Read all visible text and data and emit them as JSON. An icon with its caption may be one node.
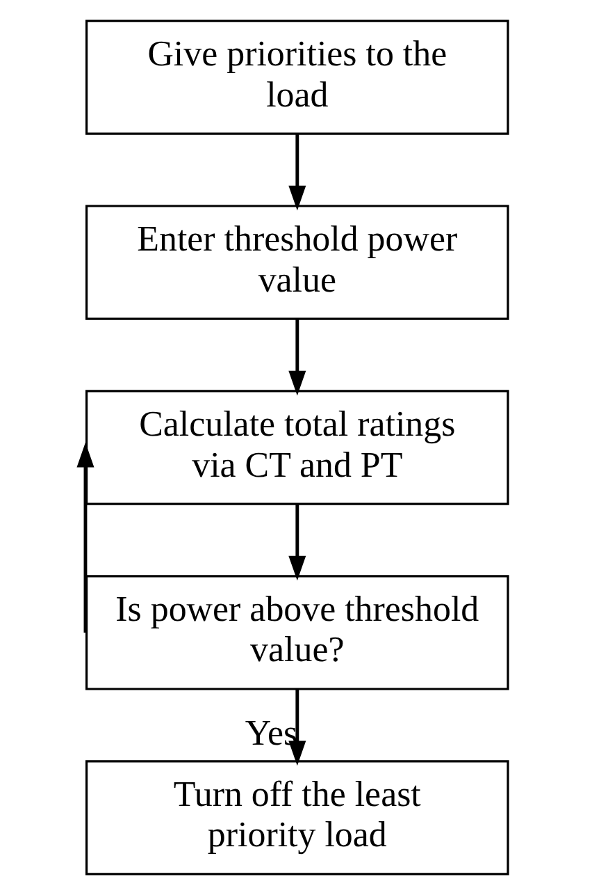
{
  "diagram": {
    "nodes": [
      {
        "text": [
          "Give priorities to the load"
        ]
      },
      {
        "text": [
          "Enter threshold power value"
        ]
      },
      {
        "text": [
          "Calculate total ratings via CT and PT"
        ]
      },
      {
        "text": [
          "Is power above threshold value?"
        ]
      },
      {
        "text": [
          "Turn off the least priority load"
        ]
      }
    ],
    "edges": [
      {
        "from": 0,
        "to": 1,
        "arrow": "to"
      },
      {
        "from": 1,
        "to": 2,
        "arrow": "to"
      },
      {
        "from": 2,
        "to": 3,
        "arrow": "to"
      },
      {
        "from": 3,
        "to": 2,
        "arrow": "to"
      },
      {
        "from": 3,
        "to": 4,
        "arrow": "to",
        "label": "Yes"
      }
    ]
  }
}
